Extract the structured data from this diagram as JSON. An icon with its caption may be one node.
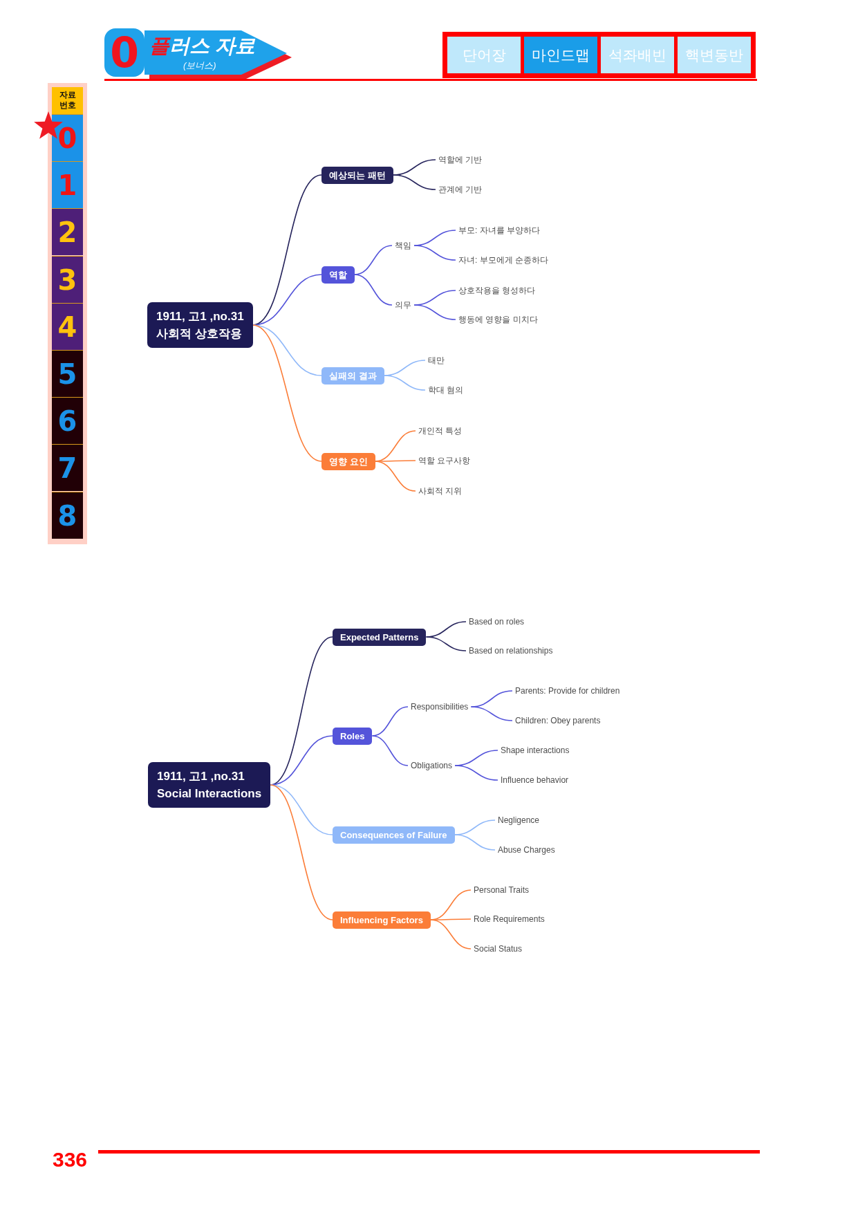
{
  "diagram": {
    "nodes": [
      {
        "text": [
          "1911, 고1 ,no.31",
          "사회적 상호작용"
        ]
      },
      {
        "text": [
          "예상되는 패턴"
        ]
      },
      {
        "text": [
          "역할에 기반"
        ]
      },
      {
        "text": [
          "관계에 기반"
        ]
      },
      {
        "text": [
          "역할"
        ]
      },
      {
        "text": [
          "책임"
        ]
      },
      {
        "text": [
          "부모: 자녀를 부양하다"
        ]
      },
      {
        "text": [
          "자녀: 부모에게 순종하다"
        ]
      },
      {
        "text": [
          "의무"
        ]
      },
      {
        "text": [
          "상호작용을 형성하다"
        ]
      },
      {
        "text": [
          "행동에 영향을 미치다"
        ]
      },
      {
        "text": [
          "실패의 결과"
        ]
      },
      {
        "text": [
          "태만"
        ]
      },
      {
        "text": [
          "학대 혐의"
        ]
      },
      {
        "text": [
          "영향 요인"
        ]
      },
      {
        "text": [
          "개인적 특성"
        ]
      },
      {
        "text": [
          "역할 요구사항"
        ]
      },
      {
        "text": [
          "사회적 지위"
        ]
      },
      {
        "text": [
          "1911, 고1 ,no.31",
          "Social Interactions"
        ]
      },
      {
        "text": [
          "Expected Patterns"
        ]
      },
      {
        "text": [
          "Based on roles"
        ]
      },
      {
        "text": [
          "Based on relationships"
        ]
      },
      {
        "text": [
          "Roles"
        ]
      },
      {
        "text": [
          "Responsibilities"
        ]
      },
      {
        "text": [
          "Parents: Provide for children"
        ]
      },
      {
        "text": [
          "Children: Obey parents"
        ]
      },
      {
        "text": [
          "Obligations"
        ]
      },
      {
        "text": [
          "Shape interactions"
        ]
      },
      {
        "text": [
          "Influence behavior"
        ]
      },
      {
        "text": [
          "Consequences of Failure"
        ]
      },
      {
        "text": [
          "Negligence"
        ]
      },
      {
        "text": [
          "Abuse Charges"
        ]
      },
      {
        "text": [
          "Influencing Factors"
        ]
      },
      {
        "text": [
          "Personal Traits"
        ]
      },
      {
        "text": [
          "Role Requirements"
        ]
      },
      {
        "text": [
          "Social Status"
        ]
      }
    ],
    "edges": [
      {
        "from": 0,
        "to": 1,
        "arrow": "none",
        "color": "#26245c"
      },
      {
        "from": 1,
        "to": 2,
        "arrow": "none",
        "color": "#26245c"
      },
      {
        "from": 1,
        "to": 3,
        "arrow": "none",
        "color": "#26245c"
      },
      {
        "from": 0,
        "to": 4,
        "arrow": "none"
      },
      {
        "from": 4,
        "to": 5,
        "arrow": "none"
      },
      {
        "from": 5,
        "to": 6,
        "arrow": "none"
      },
      {
        "from": 5,
        "to": 7,
        "arrow": "none"
      },
      {
        "from": 4,
        "to": 8,
        "arrow": "none"
      },
      {
        "from": 8,
        "to": 9,
        "arrow": "none"
      },
      {
        "from": 8,
        "to": 10,
        "arrow": "none"
      },
      {
        "from": 0,
        "to": 11,
        "arrow": "none",
        "color": "#8fb8f9"
      },
      {
        "from": 11,
        "to": 12,
        "arrow": "none",
        "color": "#8fb8f9"
      },
      {
        "from": 11,
        "to": 13,
        "arrow": "none",
        "color": "#8fb8f9"
      },
      {
        "from": 0,
        "to": 14,
        "arrow": "none",
        "color": "#fb7d38"
      },
      {
        "from": 14,
        "to": 15,
        "arrow": "none",
        "color": "#fb7d38"
      },
      {
        "from": 14,
        "to": 16,
        "arrow": "none",
        "color": "#fb7d38"
      },
      {
        "from": 14,
        "to": 17,
        "arrow": "none",
        "color": "#fb7d38"
      },
      {
        "from": 18,
        "to": 19,
        "arrow": "none",
        "color": "#26245c"
      },
      {
        "from": 19,
        "to": 20,
        "arrow": "none",
        "color": "#26245c"
      },
      {
        "from": 19,
        "to": 21,
        "arrow": "none",
        "color": "#26245c"
      },
      {
        "from": 18,
        "to": 22,
        "arrow": "none"
      },
      {
        "from": 22,
        "to": 23,
        "arrow": "none"
      },
      {
        "from": 23,
        "to": 24,
        "arrow": "none"
      },
      {
        "from": 23,
        "to": 25,
        "arrow": "none"
      },
      {
        "from": 22,
        "to": 26,
        "arrow": "none"
      },
      {
        "from": 26,
        "to": 27,
        "arrow": "none"
      },
      {
        "from": 26,
        "to": 28,
        "arrow": "none"
      },
      {
        "from": 18,
        "to": 29,
        "arrow": "none",
        "color": "#8fb8f9"
      },
      {
        "from": 29,
        "to": 30,
        "arrow": "none",
        "color": "#8fb8f9"
      },
      {
        "from": 29,
        "to": 31,
        "arrow": "none",
        "color": "#8fb8f9"
      },
      {
        "from": 18,
        "to": 32,
        "arrow": "none",
        "color": "#fb7d38"
      },
      {
        "from": 32,
        "to": 33,
        "arrow": "none",
        "color": "#fb7d38"
      },
      {
        "from": 32,
        "to": 34,
        "arrow": "none",
        "color": "#fb7d38"
      },
      {
        "from": 32,
        "to": 35,
        "arrow": "none",
        "color": "#fb7d38"
      }
    ],
    "labels": [
      "0",
      "플러스 자료",
      "(보너스)",
      "단어장",
      "마인드맵",
      "석좌배빈",
      "핵변동반",
      "자료 번호",
      "0",
      "1",
      "2",
      "3",
      "4",
      "5",
      "6",
      "7",
      "8",
      "336"
    ]
  }
}
